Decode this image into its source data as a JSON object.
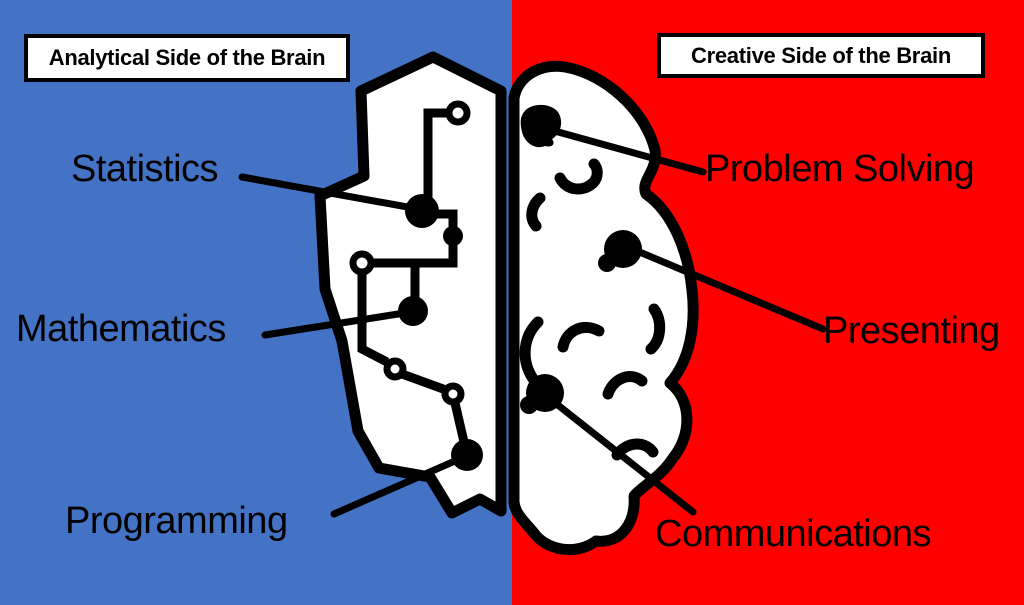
{
  "left_side": {
    "header": "Analytical Side of the Brain",
    "background_color": "#4472C4",
    "labels": [
      {
        "id": "statistics",
        "text": "Statistics"
      },
      {
        "id": "mathematics",
        "text": "Mathematics"
      },
      {
        "id": "programming",
        "text": "Programming"
      }
    ]
  },
  "right_side": {
    "header": "Creative Side of the Brain",
    "background_color": "#FF0000",
    "labels": [
      {
        "id": "problem-solving",
        "text": "Problem Solving"
      },
      {
        "id": "presenting",
        "text": "Presenting"
      },
      {
        "id": "communications",
        "text": "Communications"
      }
    ]
  },
  "brain": {
    "fill_color": "#FFFFFF",
    "outline_color": "#000000",
    "left_style": "circuit-board",
    "right_style": "organic"
  }
}
